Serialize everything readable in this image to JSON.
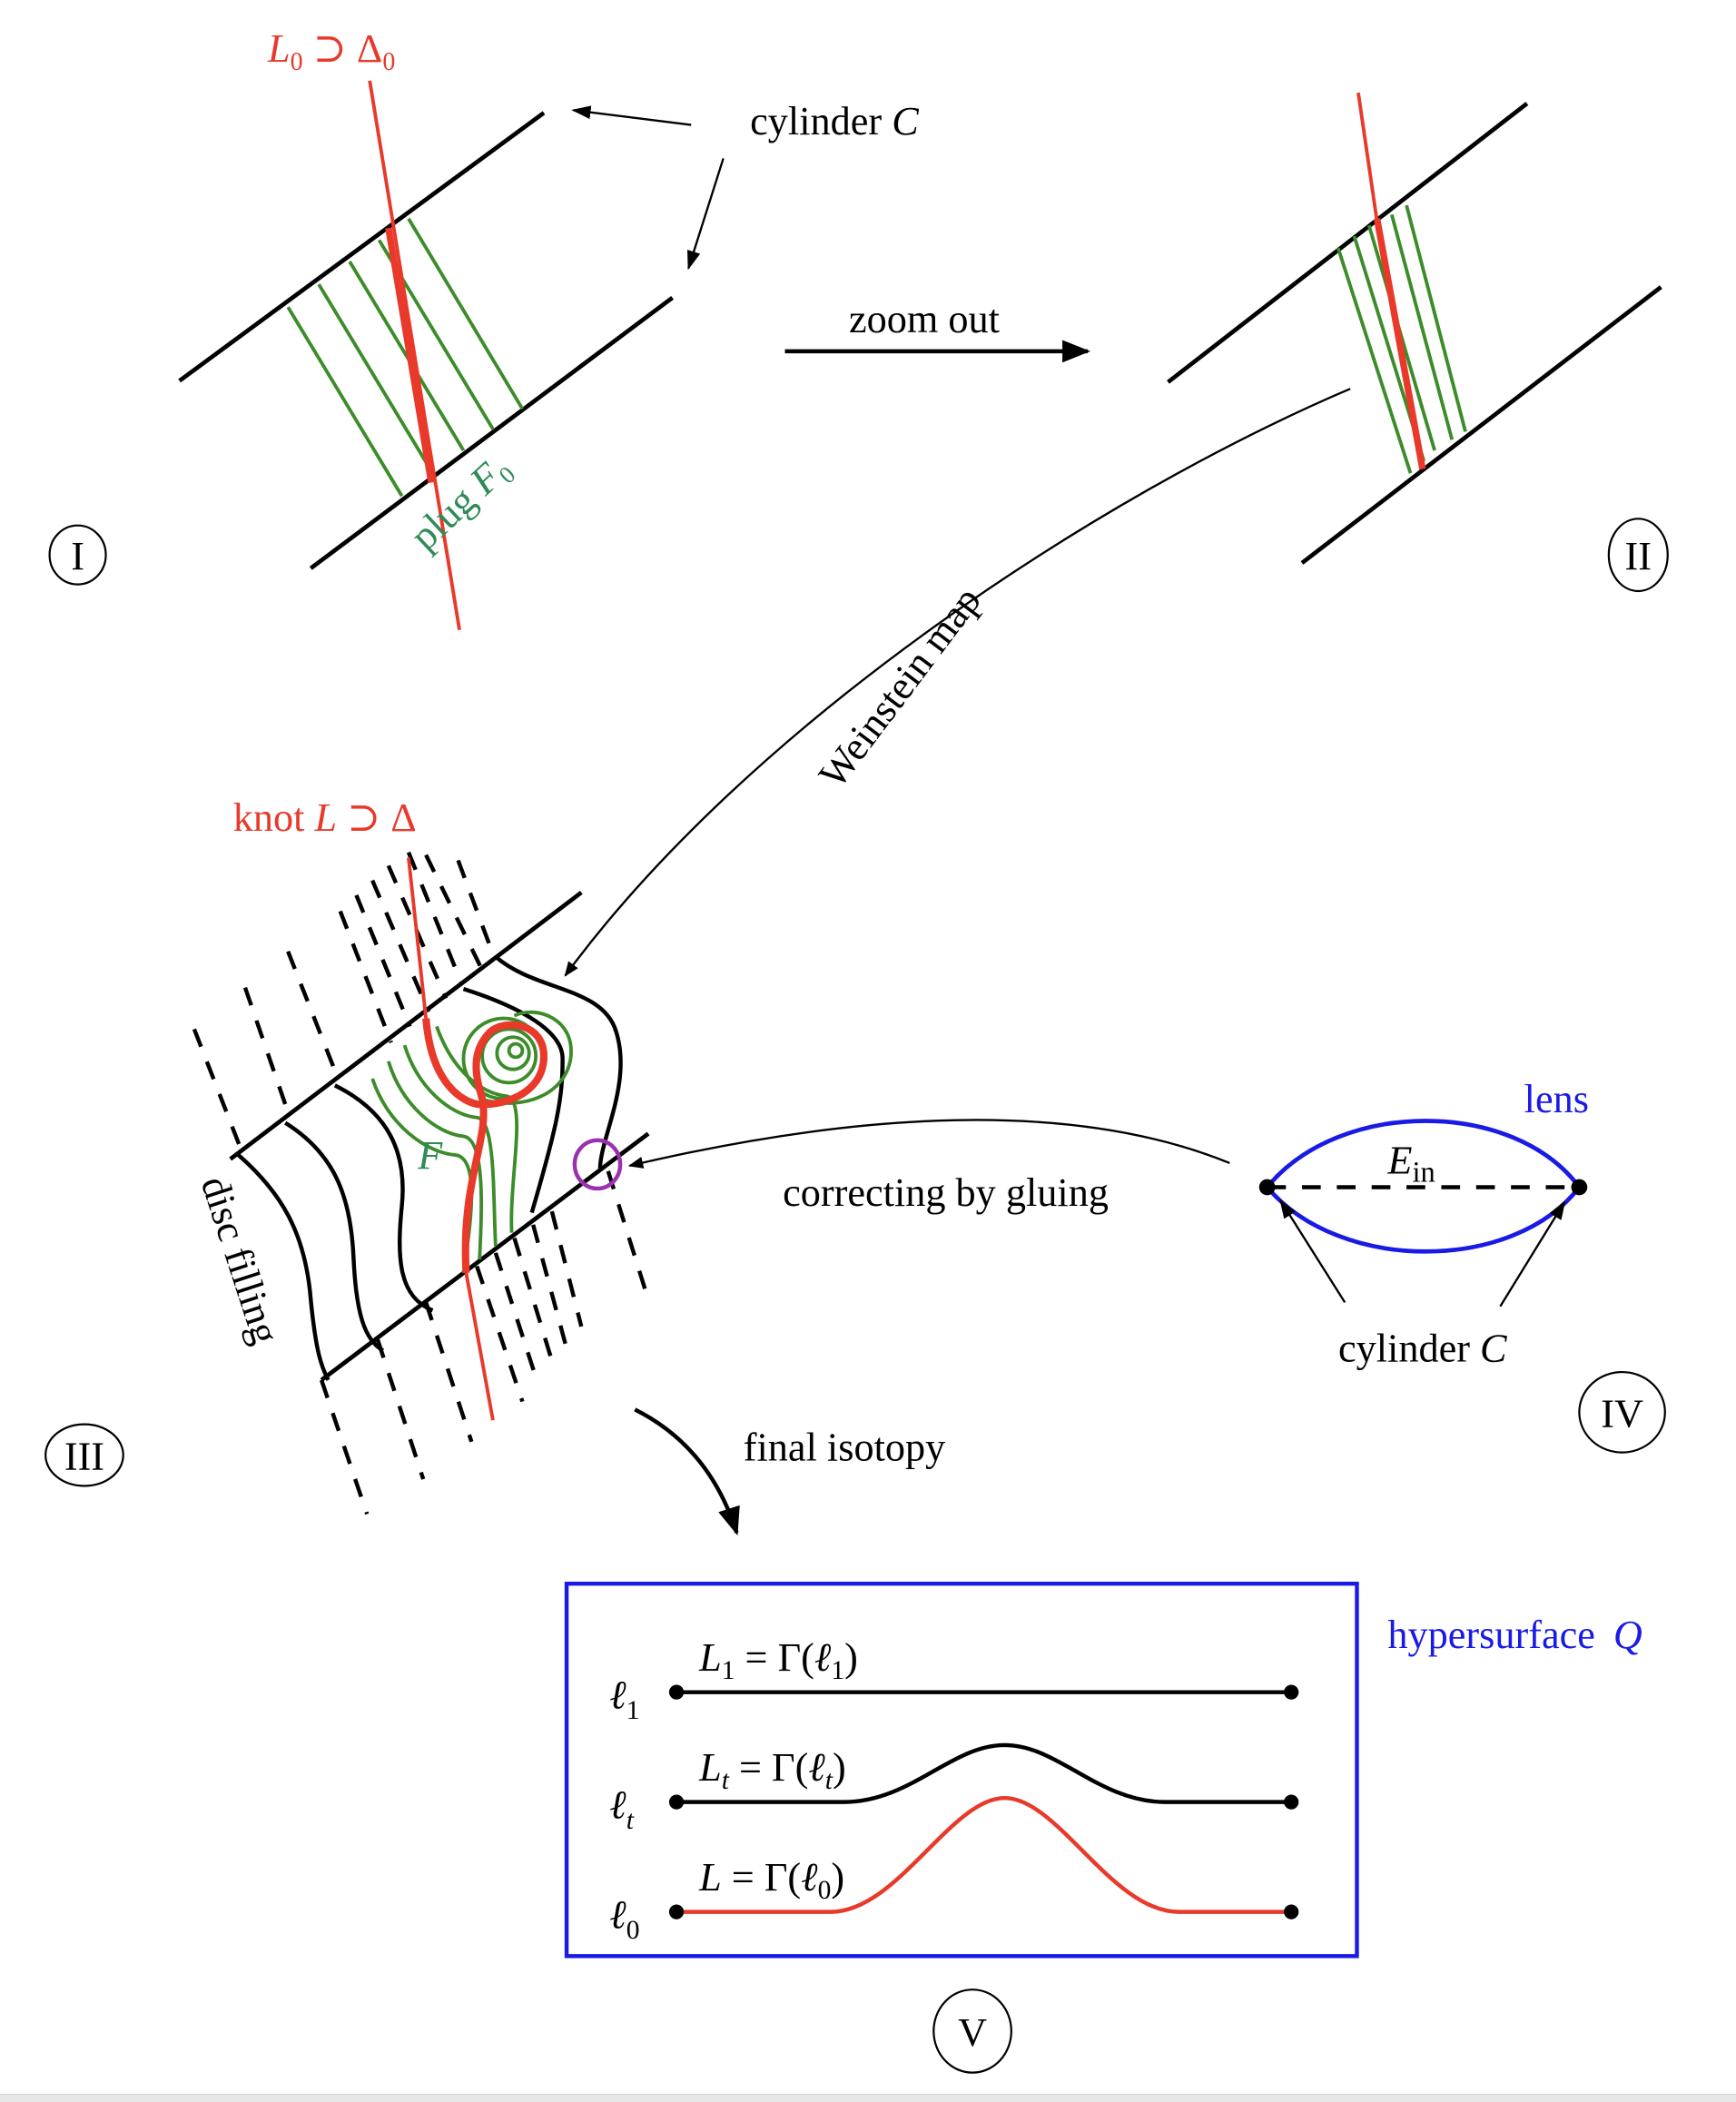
{
  "figure": {
    "panels": {
      "I": {
        "marker": "I",
        "top_label": {
          "base": "L",
          "sub": "0",
          "rel": " ⊃ ",
          "base2": "Δ",
          "sub2": "0"
        },
        "plug_label": {
          "text": "plug ",
          "var": "F",
          "sub": "0"
        }
      },
      "II": {
        "marker": "II"
      },
      "III": {
        "marker": "III",
        "knot_label": {
          "text": "knot ",
          "var": "L",
          "rel": " ⊃ Δ"
        },
        "leaf_label": "F",
        "disc_label": "disc filling"
      },
      "IV": {
        "marker": "IV",
        "lens_label": "lens",
        "region_label": {
          "var": "E",
          "sub": "in"
        },
        "cylinder_label": {
          "text": "cylinder ",
          "var": "C"
        }
      },
      "V": {
        "marker": "V",
        "box_label": {
          "text": "hypersurface ",
          "var": "Q"
        },
        "rows": [
          {
            "left": {
              "var": "ℓ",
              "sub": "1"
            },
            "eq": {
              "var": "L",
              "sub": "1",
              "rest": " = Γ(",
              "arg": "ℓ",
              "argsub": "1",
              "close": ")"
            },
            "color": "#000000",
            "bump": 0
          },
          {
            "left": {
              "var": "ℓ",
              "sub": "t"
            },
            "eq": {
              "var": "L",
              "sub": "t",
              "rest": " = Γ(",
              "arg": "ℓ",
              "argsub": "t",
              "close": ")"
            },
            "color": "#000000",
            "bump": 0.5
          },
          {
            "left": {
              "var": "ℓ",
              "sub": "0"
            },
            "eq": {
              "var": "L",
              "sub": "",
              "rest": " = Γ(",
              "arg": "ℓ",
              "argsub": "0",
              "close": ")"
            },
            "color": "#e8392a",
            "bump": 1
          }
        ]
      }
    },
    "arrows": {
      "cylinder_callout": {
        "text": "cylinder ",
        "var": "C"
      },
      "zoom_out": "zoom out",
      "weinstein": "Weinstein map",
      "gluing": "correcting by gluing",
      "final": "final isotopy"
    },
    "colors": {
      "knot": "#e8392a",
      "foliation": "#3c8c2a",
      "label_green": "#2e8a57",
      "lens": "#1a1ae6",
      "highlight_circle": "#9b30b0"
    }
  }
}
